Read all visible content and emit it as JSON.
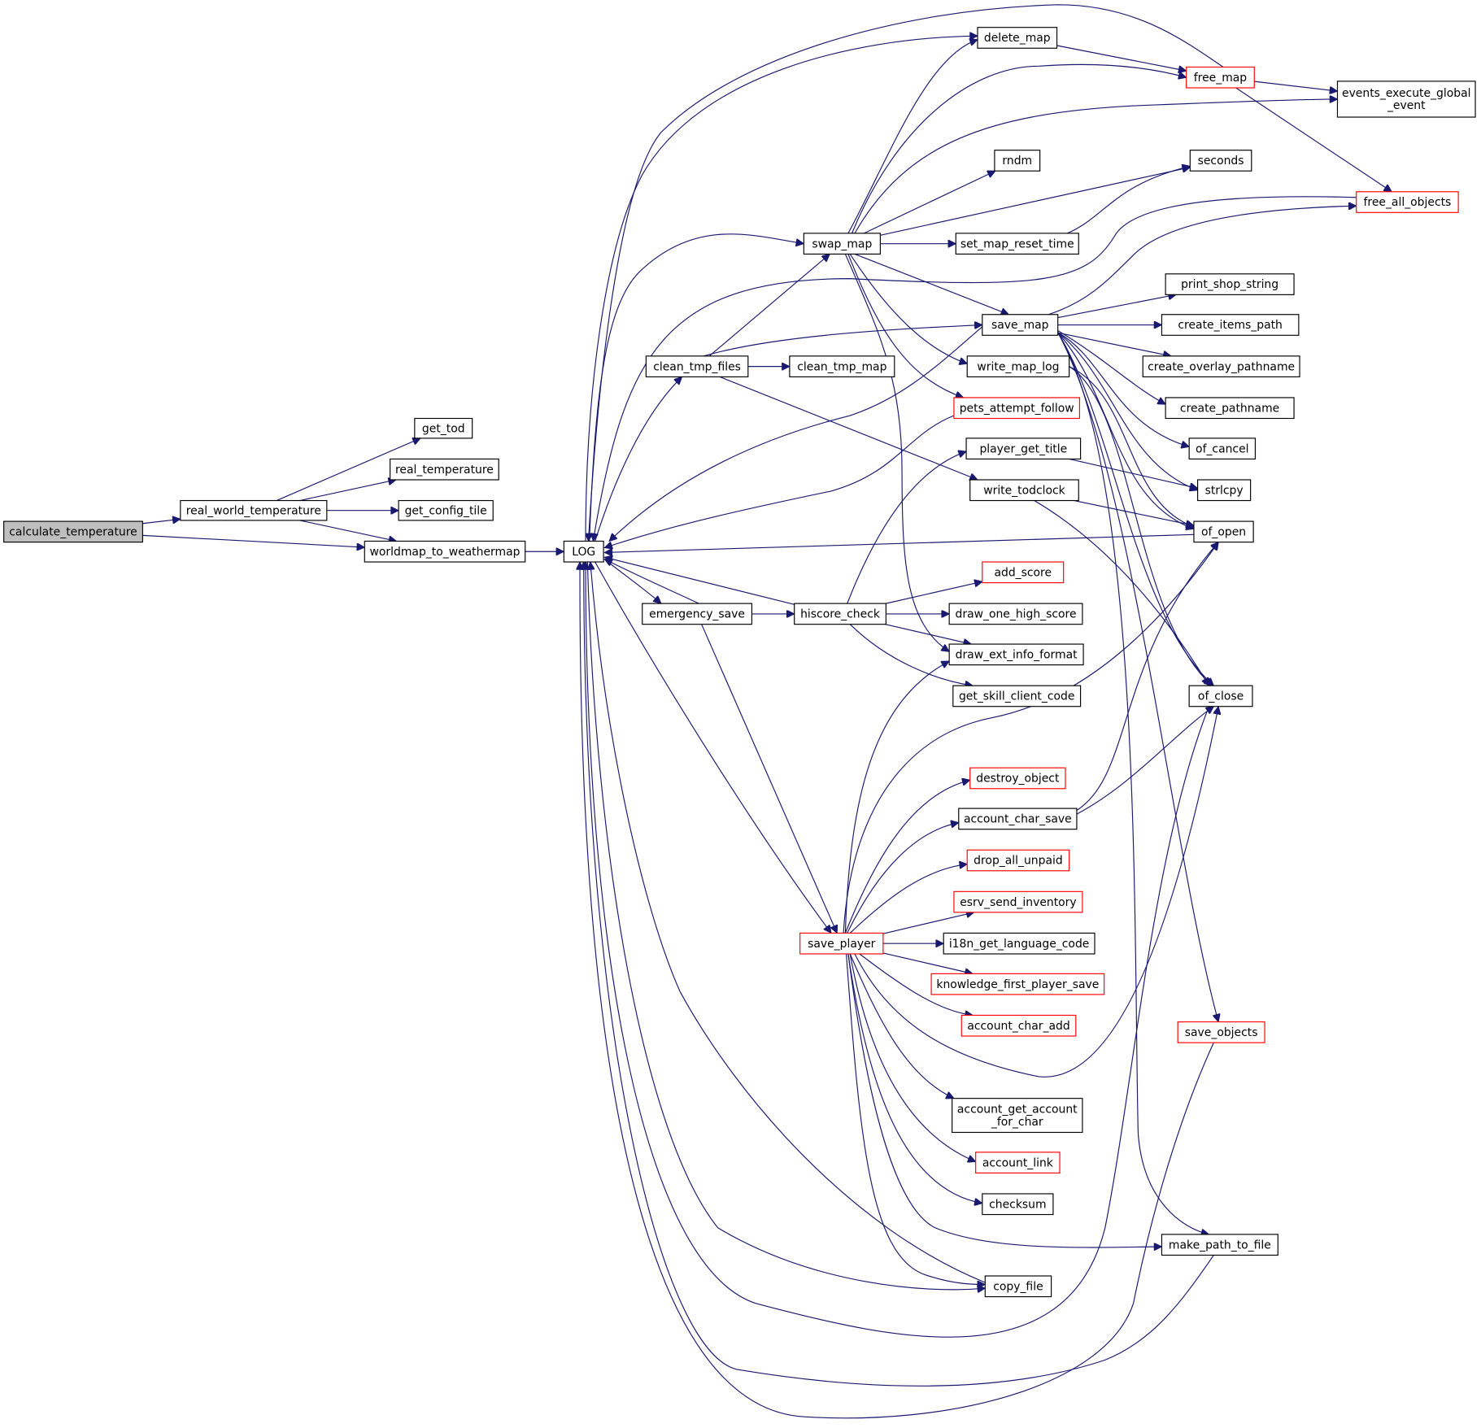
{
  "diagram": {
    "type": "call-graph",
    "root": "calculate_temperature",
    "colors": {
      "edge": "#191970",
      "node_border": "#000000",
      "truncated_node_border": "#ff0000",
      "root_fill": "#bfbfbf",
      "node_fill": "#ffffff"
    },
    "nodes": [
      {
        "id": "calculate_temperature",
        "label": "calculate_temperature",
        "style": "root"
      },
      {
        "id": "real_world_temperature",
        "label": "real_world_temperature",
        "style": "normal"
      },
      {
        "id": "get_tod",
        "label": "get_tod",
        "style": "normal"
      },
      {
        "id": "real_temperature",
        "label": "real_temperature",
        "style": "normal"
      },
      {
        "id": "get_config_tile",
        "label": "get_config_tile",
        "style": "normal"
      },
      {
        "id": "worldmap_to_weathermap",
        "label": "worldmap_to_weathermap",
        "style": "normal"
      },
      {
        "id": "LOG",
        "label": "LOG",
        "style": "normal"
      },
      {
        "id": "delete_map",
        "label": "delete_map",
        "style": "normal"
      },
      {
        "id": "free_map",
        "label": "free_map",
        "style": "truncated"
      },
      {
        "id": "events_execute_global_event",
        "label": "events_execute_global\n_event",
        "style": "normal"
      },
      {
        "id": "rndm",
        "label": "rndm",
        "style": "normal"
      },
      {
        "id": "seconds",
        "label": "seconds",
        "style": "normal"
      },
      {
        "id": "free_all_objects",
        "label": "free_all_objects",
        "style": "truncated"
      },
      {
        "id": "swap_map",
        "label": "swap_map",
        "style": "normal"
      },
      {
        "id": "set_map_reset_time",
        "label": "set_map_reset_time",
        "style": "normal"
      },
      {
        "id": "print_shop_string",
        "label": "print_shop_string",
        "style": "normal"
      },
      {
        "id": "save_map",
        "label": "save_map",
        "style": "normal"
      },
      {
        "id": "create_items_path",
        "label": "create_items_path",
        "style": "normal"
      },
      {
        "id": "clean_tmp_files",
        "label": "clean_tmp_files",
        "style": "normal"
      },
      {
        "id": "clean_tmp_map",
        "label": "clean_tmp_map",
        "style": "normal"
      },
      {
        "id": "write_map_log",
        "label": "write_map_log",
        "style": "normal"
      },
      {
        "id": "create_overlay_pathname",
        "label": "create_overlay_pathname",
        "style": "normal"
      },
      {
        "id": "pets_attempt_follow",
        "label": "pets_attempt_follow",
        "style": "truncated"
      },
      {
        "id": "create_pathname",
        "label": "create_pathname",
        "style": "normal"
      },
      {
        "id": "player_get_title",
        "label": "player_get_title",
        "style": "normal"
      },
      {
        "id": "of_cancel",
        "label": "of_cancel",
        "style": "normal"
      },
      {
        "id": "write_todclock",
        "label": "write_todclock",
        "style": "normal"
      },
      {
        "id": "strlcpy",
        "label": "strlcpy",
        "style": "normal"
      },
      {
        "id": "of_open",
        "label": "of_open",
        "style": "normal"
      },
      {
        "id": "add_score",
        "label": "add_score",
        "style": "truncated"
      },
      {
        "id": "emergency_save",
        "label": "emergency_save",
        "style": "normal"
      },
      {
        "id": "hiscore_check",
        "label": "hiscore_check",
        "style": "normal"
      },
      {
        "id": "draw_one_high_score",
        "label": "draw_one_high_score",
        "style": "normal"
      },
      {
        "id": "draw_ext_info_format",
        "label": "draw_ext_info_format",
        "style": "normal"
      },
      {
        "id": "get_skill_client_code",
        "label": "get_skill_client_code",
        "style": "normal"
      },
      {
        "id": "of_close",
        "label": "of_close",
        "style": "normal"
      },
      {
        "id": "destroy_object",
        "label": "destroy_object",
        "style": "truncated"
      },
      {
        "id": "account_char_save",
        "label": "account_char_save",
        "style": "normal"
      },
      {
        "id": "drop_all_unpaid",
        "label": "drop_all_unpaid",
        "style": "truncated"
      },
      {
        "id": "esrv_send_inventory",
        "label": "esrv_send_inventory",
        "style": "truncated"
      },
      {
        "id": "save_player",
        "label": "save_player",
        "style": "truncated"
      },
      {
        "id": "i18n_get_language_code",
        "label": "i18n_get_language_code",
        "style": "normal"
      },
      {
        "id": "knowledge_first_player_save",
        "label": "knowledge_first_player_save",
        "style": "truncated"
      },
      {
        "id": "account_char_add",
        "label": "account_char_add",
        "style": "truncated"
      },
      {
        "id": "save_objects",
        "label": "save_objects",
        "style": "truncated"
      },
      {
        "id": "account_get_account_for_char",
        "label": "account_get_account\n_for_char",
        "style": "normal"
      },
      {
        "id": "account_link",
        "label": "account_link",
        "style": "truncated"
      },
      {
        "id": "checksum",
        "label": "checksum",
        "style": "normal"
      },
      {
        "id": "make_path_to_file",
        "label": "make_path_to_file",
        "style": "normal"
      },
      {
        "id": "copy_file",
        "label": "copy_file",
        "style": "normal"
      }
    ],
    "edges": [
      [
        "calculate_temperature",
        "real_world_temperature"
      ],
      [
        "calculate_temperature",
        "worldmap_to_weathermap"
      ],
      [
        "real_world_temperature",
        "get_tod"
      ],
      [
        "real_world_temperature",
        "real_temperature"
      ],
      [
        "real_world_temperature",
        "get_config_tile"
      ],
      [
        "real_world_temperature",
        "worldmap_to_weathermap"
      ],
      [
        "worldmap_to_weathermap",
        "LOG"
      ],
      [
        "LOG",
        "delete_map"
      ],
      [
        "LOG",
        "swap_map"
      ],
      [
        "LOG",
        "clean_tmp_files"
      ],
      [
        "LOG",
        "emergency_save"
      ],
      [
        "LOG",
        "save_player"
      ],
      [
        "LOG",
        "copy_file"
      ],
      [
        "free_map",
        "LOG"
      ],
      [
        "free_all_objects",
        "LOG"
      ],
      [
        "save_map",
        "LOG"
      ],
      [
        "pets_attempt_follow",
        "LOG"
      ],
      [
        "of_open",
        "LOG"
      ],
      [
        "emergency_save",
        "LOG"
      ],
      [
        "hiscore_check",
        "LOG"
      ],
      [
        "of_close",
        "LOG"
      ],
      [
        "make_path_to_file",
        "LOG"
      ],
      [
        "copy_file",
        "LOG"
      ],
      [
        "swap_map",
        "delete_map"
      ],
      [
        "swap_map",
        "free_map"
      ],
      [
        "swap_map",
        "events_execute_global_event"
      ],
      [
        "swap_map",
        "rndm"
      ],
      [
        "swap_map",
        "seconds"
      ],
      [
        "swap_map",
        "set_map_reset_time"
      ],
      [
        "swap_map",
        "save_map"
      ],
      [
        "swap_map",
        "write_map_log"
      ],
      [
        "swap_map",
        "pets_attempt_follow"
      ],
      [
        "swap_map",
        "draw_ext_info_format"
      ],
      [
        "delete_map",
        "free_map"
      ],
      [
        "free_map",
        "events_execute_global_event"
      ],
      [
        "free_map",
        "free_all_objects"
      ],
      [
        "set_map_reset_time",
        "seconds"
      ],
      [
        "clean_tmp_files",
        "swap_map"
      ],
      [
        "clean_tmp_files",
        "save_map"
      ],
      [
        "clean_tmp_files",
        "clean_tmp_map"
      ],
      [
        "clean_tmp_files",
        "write_todclock"
      ],
      [
        "save_map",
        "free_all_objects"
      ],
      [
        "save_map",
        "print_shop_string"
      ],
      [
        "save_map",
        "create_items_path"
      ],
      [
        "save_map",
        "create_overlay_pathname"
      ],
      [
        "save_map",
        "create_pathname"
      ],
      [
        "save_map",
        "of_cancel"
      ],
      [
        "save_map",
        "strlcpy"
      ],
      [
        "save_map",
        "of_open"
      ],
      [
        "save_map",
        "of_close"
      ],
      [
        "save_map",
        "save_objects"
      ],
      [
        "save_map",
        "make_path_to_file"
      ],
      [
        "write_map_log",
        "of_open"
      ],
      [
        "write_map_log",
        "of_close"
      ],
      [
        "player_get_title",
        "strlcpy"
      ],
      [
        "write_todclock",
        "of_open"
      ],
      [
        "write_todclock",
        "of_close"
      ],
      [
        "emergency_save",
        "hiscore_check"
      ],
      [
        "emergency_save",
        "save_player"
      ],
      [
        "hiscore_check",
        "player_get_title"
      ],
      [
        "hiscore_check",
        "add_score"
      ],
      [
        "hiscore_check",
        "draw_one_high_score"
      ],
      [
        "hiscore_check",
        "draw_ext_info_format"
      ],
      [
        "hiscore_check",
        "get_skill_client_code"
      ],
      [
        "save_player",
        "draw_ext_info_format"
      ],
      [
        "save_player",
        "of_open"
      ],
      [
        "save_player",
        "destroy_object"
      ],
      [
        "save_player",
        "account_char_save"
      ],
      [
        "save_player",
        "drop_all_unpaid"
      ],
      [
        "save_player",
        "esrv_send_inventory"
      ],
      [
        "save_player",
        "i18n_get_language_code"
      ],
      [
        "save_player",
        "knowledge_first_player_save"
      ],
      [
        "save_player",
        "account_char_add"
      ],
      [
        "save_player",
        "of_close"
      ],
      [
        "save_player",
        "account_get_account_for_char"
      ],
      [
        "save_player",
        "account_link"
      ],
      [
        "save_player",
        "checksum"
      ],
      [
        "save_player",
        "make_path_to_file"
      ],
      [
        "save_player",
        "copy_file"
      ],
      [
        "account_char_save",
        "of_open"
      ],
      [
        "account_char_save",
        "of_close"
      ],
      [
        "save_objects",
        "LOG"
      ]
    ]
  }
}
